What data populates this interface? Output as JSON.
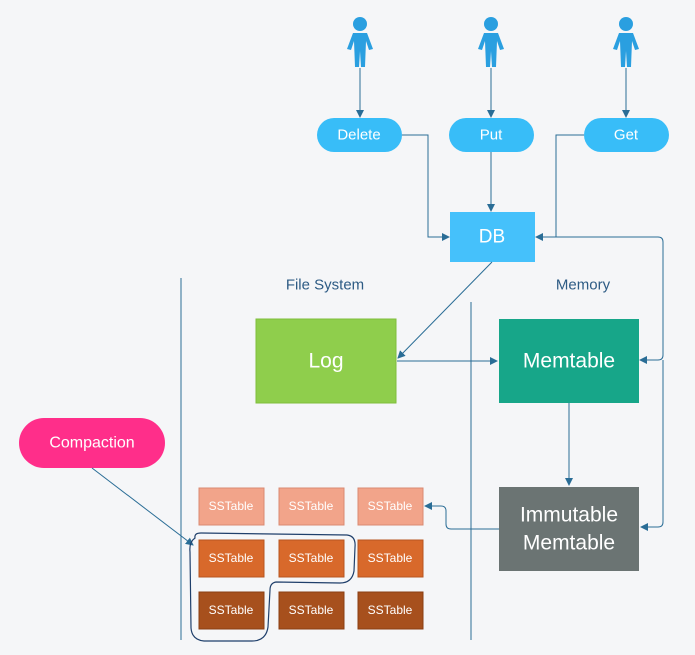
{
  "actors": [
    {
      "name": "user-icon-delete"
    },
    {
      "name": "user-icon-put"
    },
    {
      "name": "user-icon-get"
    }
  ],
  "operations": {
    "delete_label": "Delete",
    "put_label": "Put",
    "get_label": "Get"
  },
  "db": {
    "label": "DB"
  },
  "regions": {
    "file_system_label": "File System",
    "memory_label": "Memory"
  },
  "log": {
    "label": "Log"
  },
  "memtable": {
    "label": "Memtable"
  },
  "immutable_memtable": {
    "line1": "Immutable",
    "line2": "Memtable"
  },
  "compaction": {
    "label": "Compaction"
  },
  "sstables": {
    "rows": [
      [
        "SSTable",
        "SSTable",
        "SSTable"
      ],
      [
        "SSTable",
        "SSTable",
        "SSTable"
      ],
      [
        "SSTable",
        "SSTable",
        "SSTable"
      ]
    ]
  },
  "colors": {
    "pill_blue": "#38bdf8",
    "db_blue": "#45c1fb",
    "log_green": "#8fce4c",
    "memtable_teal": "#17a689",
    "immutable_gray": "#6b7473",
    "compaction_pink": "#ff2e8a",
    "sstable_level0": "#f2a48a",
    "sstable_level1": "#d8692b",
    "sstable_level2": "#a7501d",
    "arrow": "#2a6d96",
    "actor_blue": "#2a9fe0"
  }
}
